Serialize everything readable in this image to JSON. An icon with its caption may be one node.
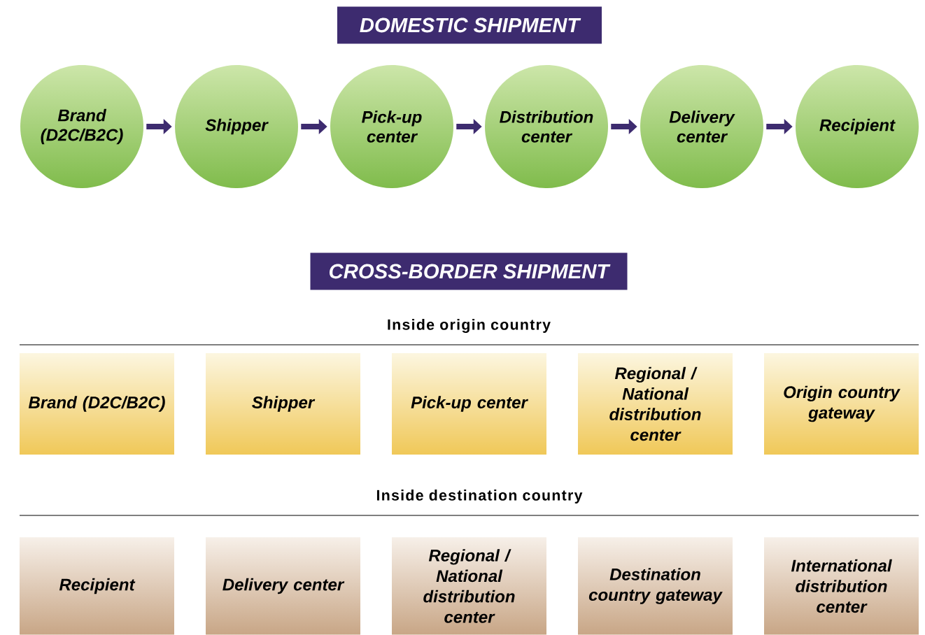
{
  "diagram": {
    "nodes": [
      {
        "text": [
          "DOMESTIC SHIPMENT"
        ]
      },
      {
        "text": [
          "Brand (D2C/B2C)"
        ]
      },
      {
        "text": [
          "Shipper"
        ]
      },
      {
        "text": [
          "Pick-up center"
        ]
      },
      {
        "text": [
          "Distribution center"
        ]
      },
      {
        "text": [
          "Delivery center"
        ]
      },
      {
        "text": [
          "Recipient"
        ]
      },
      {
        "text": [
          "CROSS-BORDER SHIPMENT"
        ]
      },
      {
        "text": [
          "Brand (D2C/B2C)"
        ]
      },
      {
        "text": [
          "Shipper"
        ]
      },
      {
        "text": [
          "Pick-up center"
        ]
      },
      {
        "text": [
          "Regional / National distribution center"
        ]
      },
      {
        "text": [
          "Origin country gateway"
        ]
      },
      {
        "text": [
          "Recipient"
        ]
      },
      {
        "text": [
          "Delivery center"
        ]
      },
      {
        "text": [
          "Regional / National distribution center"
        ]
      },
      {
        "text": [
          "Destination country gateway"
        ]
      },
      {
        "text": [
          "International distribution center"
        ]
      }
    ],
    "edges": [
      {
        "from": 1,
        "to": 2,
        "arrow": "to"
      },
      {
        "from": 2,
        "to": 3,
        "arrow": "to"
      },
      {
        "from": 3,
        "to": 4,
        "arrow": "to"
      },
      {
        "from": 4,
        "to": 5,
        "arrow": "to"
      },
      {
        "from": 5,
        "to": 6,
        "arrow": "to"
      }
    ],
    "labels": [
      "Inside origin country",
      "Inside destination country"
    ]
  }
}
